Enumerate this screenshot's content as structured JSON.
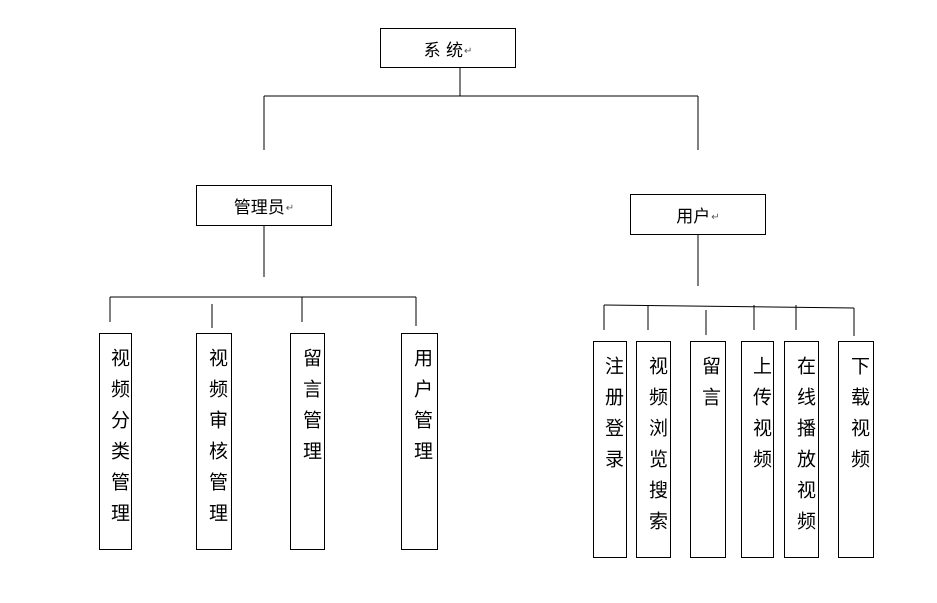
{
  "root": {
    "label": "系 统",
    "mark": "↵"
  },
  "admin": {
    "label": "管理员",
    "mark": "↵",
    "children": [
      "视频分类管理",
      "视频审核管理",
      "留言管理",
      "用户管理"
    ]
  },
  "user": {
    "label": "用户",
    "mark": "↵",
    "children": [
      "注册登录",
      "视频浏览搜索",
      "留言",
      "上传视频",
      "在线播放视频",
      "下载视频"
    ]
  }
}
